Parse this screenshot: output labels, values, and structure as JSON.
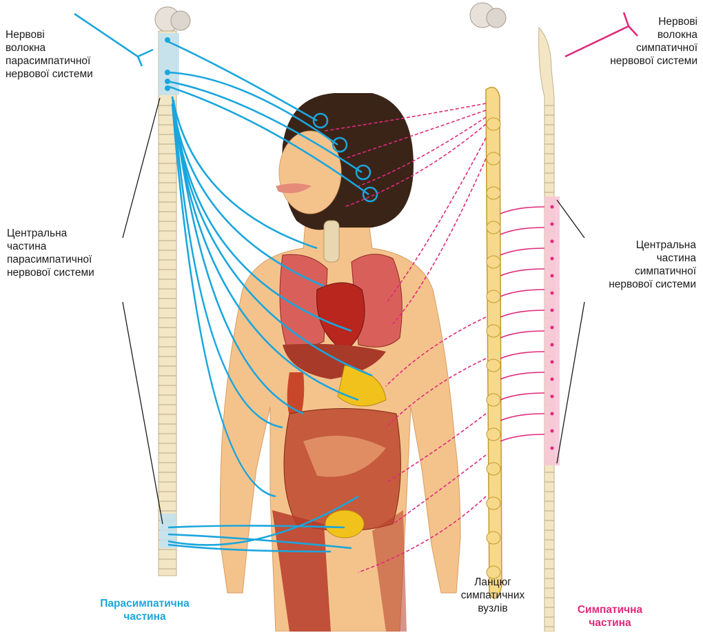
{
  "labels": {
    "para_fibers": "Нервові\nволокна\nпарасимпатичної\nнервової системи",
    "symp_fibers": "Нервові\nволокна\nсимпатичної\nнервової системи",
    "para_central": "Центральна\nчастина\nпарасимпатичної\nнервової системи",
    "symp_central": "Центральна\nчастина\nсимпатичної\nнервової системи",
    "para_part": "Парасимпатична\nчастина",
    "chain": "Ланцюг\nсимпатичних\nвузлів",
    "symp_part": "Симпатична\nчастина"
  },
  "colors": {
    "parasympathetic": "#1aa6dd",
    "sympathetic": "#e0297a",
    "skin": "#f4c38c",
    "spine": "#f3e6c4",
    "organ_red": "#c0392b",
    "hair": "#3a2418"
  }
}
